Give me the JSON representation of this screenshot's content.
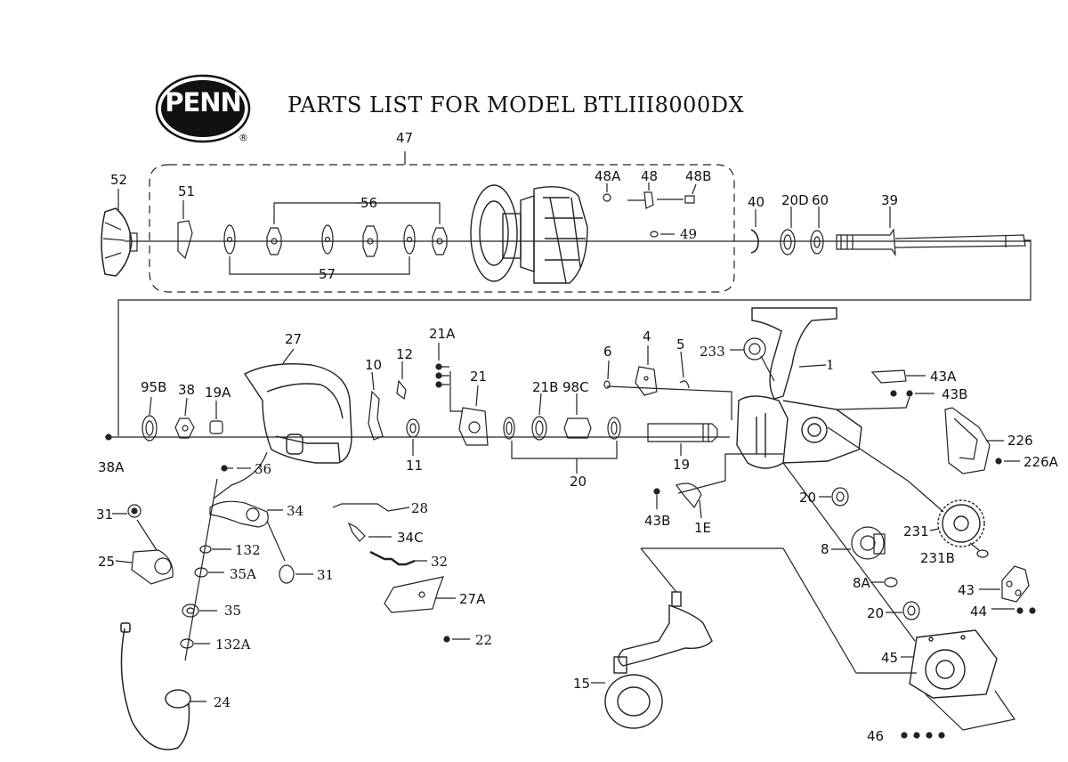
{
  "brand": {
    "logo_text": "PENN",
    "registered_mark": "®"
  },
  "title": "PARTS LIST FOR MODEL BTLIII8000DX",
  "parts": [
    {
      "id": "p47",
      "label": "47"
    },
    {
      "id": "p52",
      "label": "52"
    },
    {
      "id": "p51",
      "label": "51"
    },
    {
      "id": "p56",
      "label": "56"
    },
    {
      "id": "p57",
      "label": "57"
    },
    {
      "id": "p48A",
      "label": "48A"
    },
    {
      "id": "p48",
      "label": "48"
    },
    {
      "id": "p48B",
      "label": "48B"
    },
    {
      "id": "p49",
      "label": "49"
    },
    {
      "id": "p40",
      "label": "40"
    },
    {
      "id": "p20D",
      "label": "20D"
    },
    {
      "id": "p60",
      "label": "60"
    },
    {
      "id": "p39",
      "label": "39"
    },
    {
      "id": "p27",
      "label": "27"
    },
    {
      "id": "p21A",
      "label": "21A"
    },
    {
      "id": "p10",
      "label": "10"
    },
    {
      "id": "p12",
      "label": "12"
    },
    {
      "id": "p21",
      "label": "21"
    },
    {
      "id": "p21B",
      "label": "21B"
    },
    {
      "id": "p98C",
      "label": "98C"
    },
    {
      "id": "p6",
      "label": "6"
    },
    {
      "id": "p4",
      "label": "4"
    },
    {
      "id": "p5",
      "label": "5"
    },
    {
      "id": "p233",
      "label": "233"
    },
    {
      "id": "p1",
      "label": "1"
    },
    {
      "id": "p43A",
      "label": "43A"
    },
    {
      "id": "p43B_top",
      "label": "43B"
    },
    {
      "id": "p95B",
      "label": "95B"
    },
    {
      "id": "p38",
      "label": "38"
    },
    {
      "id": "p19A",
      "label": "19A"
    },
    {
      "id": "p38A",
      "label": "38A"
    },
    {
      "id": "p11",
      "label": "11"
    },
    {
      "id": "p20_mid",
      "label": "20"
    },
    {
      "id": "p19",
      "label": "19"
    },
    {
      "id": "p226",
      "label": "226"
    },
    {
      "id": "p226A",
      "label": "226A"
    },
    {
      "id": "p36",
      "label": "36"
    },
    {
      "id": "p31_top",
      "label": "31"
    },
    {
      "id": "p34",
      "label": "34"
    },
    {
      "id": "p28",
      "label": "28"
    },
    {
      "id": "p43B_low",
      "label": "43B"
    },
    {
      "id": "p1E",
      "label": "1E"
    },
    {
      "id": "p20_right",
      "label": "20"
    },
    {
      "id": "p231",
      "label": "231"
    },
    {
      "id": "p231B",
      "label": "231B"
    },
    {
      "id": "p25",
      "label": "25"
    },
    {
      "id": "p132",
      "label": "132"
    },
    {
      "id": "p34C",
      "label": "34C"
    },
    {
      "id": "p31_low",
      "label": "31"
    },
    {
      "id": "p32",
      "label": "32"
    },
    {
      "id": "p8",
      "label": "8"
    },
    {
      "id": "p8A",
      "label": "8A"
    },
    {
      "id": "p35A",
      "label": "35A"
    },
    {
      "id": "p43",
      "label": "43"
    },
    {
      "id": "p44",
      "label": "44"
    },
    {
      "id": "p27A",
      "label": "27A"
    },
    {
      "id": "p20_low",
      "label": "20"
    },
    {
      "id": "p35",
      "label": "35"
    },
    {
      "id": "p22",
      "label": "22"
    },
    {
      "id": "p132A",
      "label": "132A"
    },
    {
      "id": "p45",
      "label": "45"
    },
    {
      "id": "p15",
      "label": "15"
    },
    {
      "id": "p24",
      "label": "24"
    },
    {
      "id": "p46",
      "label": "46"
    }
  ]
}
